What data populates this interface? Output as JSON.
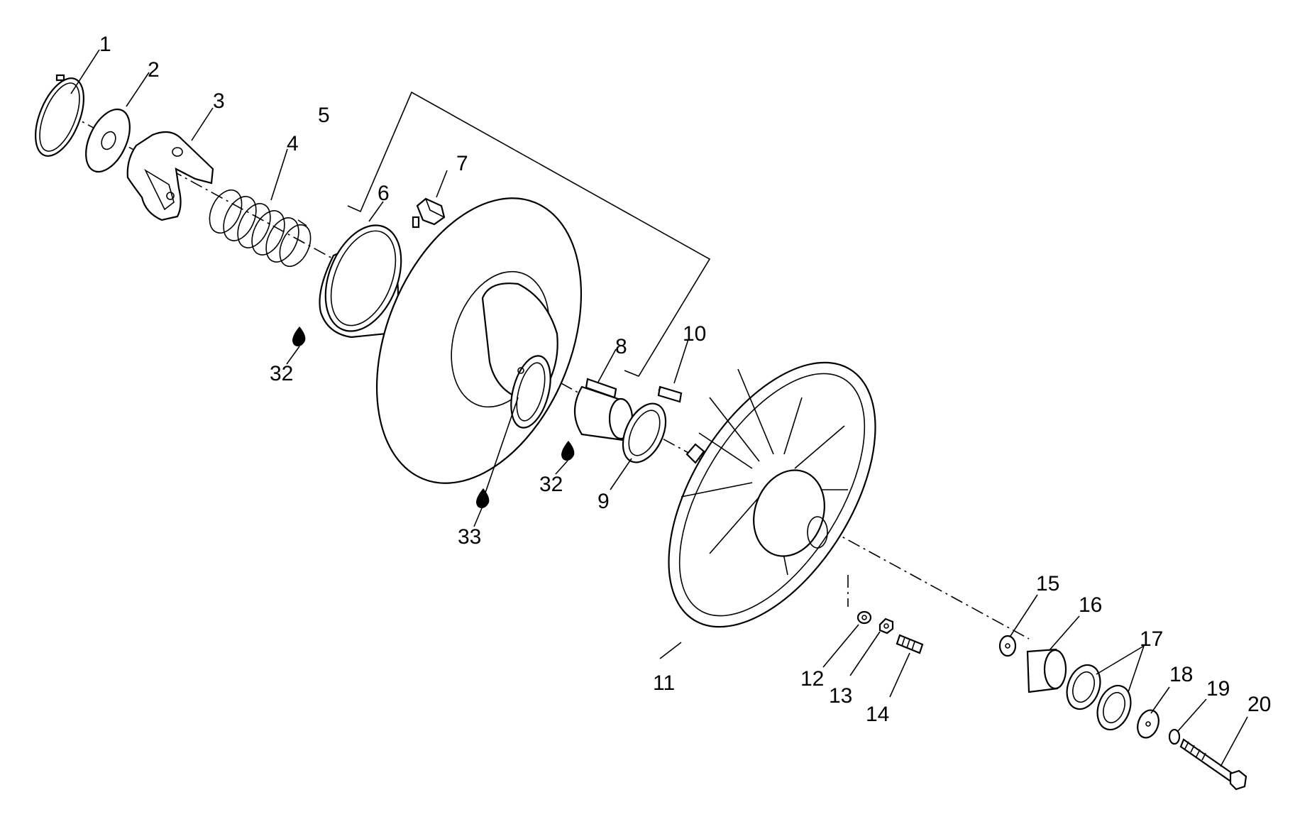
{
  "diagram": {
    "type": "exploded parts diagram",
    "callouts": [
      "1",
      "2",
      "3",
      "4",
      "5",
      "6",
      "7",
      "8",
      "9",
      "10",
      "11",
      "12",
      "13",
      "14",
      "15",
      "16",
      "17",
      "18",
      "19",
      "20",
      "32",
      "32",
      "33"
    ],
    "lube_icon": "oil-drop-icon"
  }
}
